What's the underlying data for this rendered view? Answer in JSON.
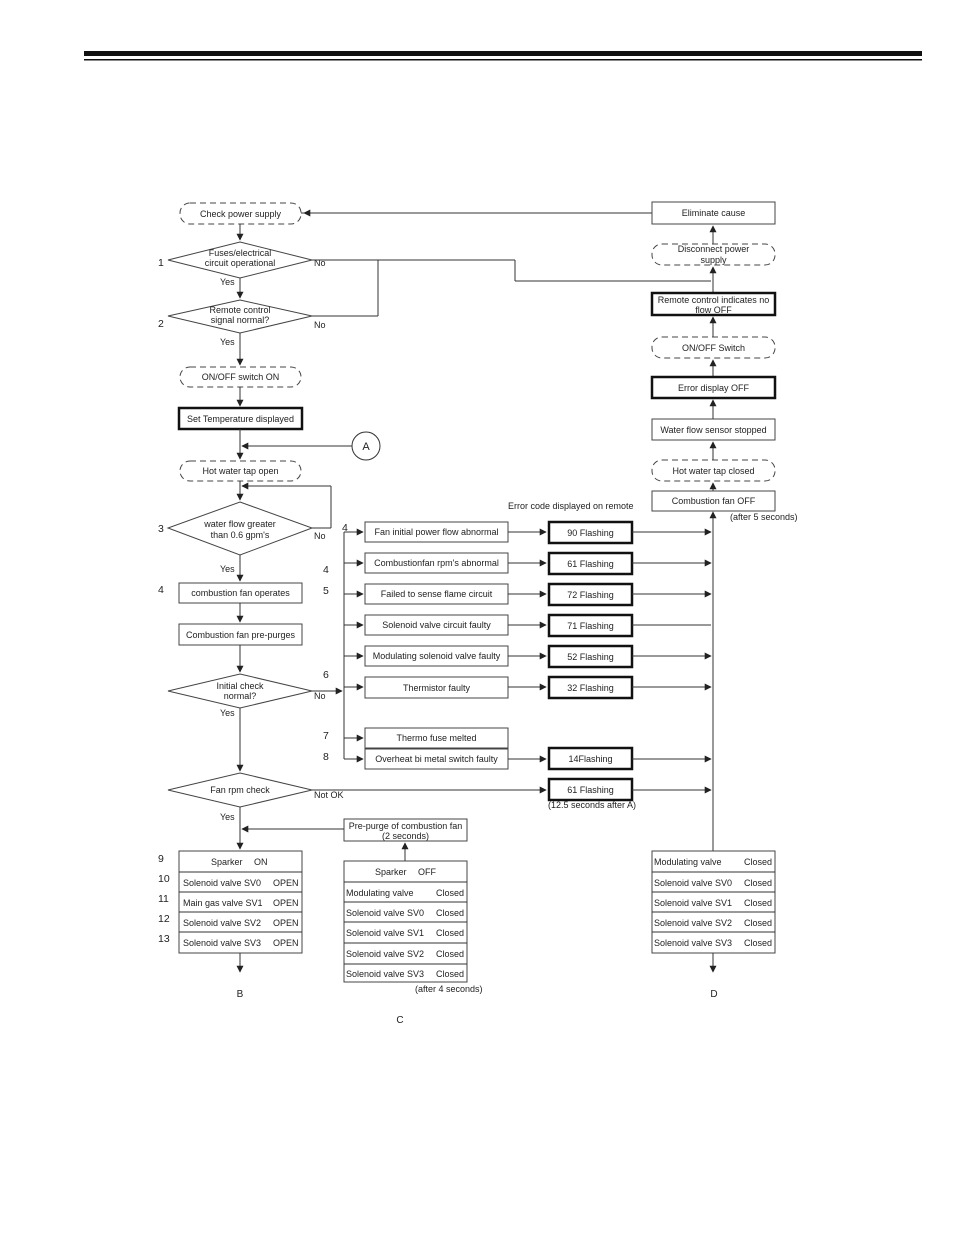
{
  "header_rule_color": "#111111",
  "nodes": {
    "check_power": "Check power supply",
    "fuses_1": "Fuses/electrical",
    "fuses_2": "circuit operational",
    "remote_1": "Remote control",
    "remote_2": "signal normal?",
    "onoff_on": "ON/OFF switch ON",
    "set_temp": "Set Temperature displayed",
    "connector_a": "A",
    "tap_open": "Hot water tap open",
    "flow_1": "water flow greater",
    "flow_2": "than 0.6 gpm's",
    "fan_operates": "combustion fan operates",
    "fan_prepurge": "Combustion fan pre-purges",
    "initial_1": "Initial check",
    "initial_2": "normal?",
    "fan_rpm": "Fan rpm check",
    "prepurge_1": "Pre-purge of combustion fan",
    "prepurge_2": "(2 seconds)",
    "after4": "(after 4 seconds)",
    "eliminate": "Eliminate cause",
    "disconnect_1": "Disconnect power",
    "disconnect_2": "supply",
    "remote_ind_1": "Remote control  indicates no",
    "remote_ind_2": "flow    OFF",
    "onoff_switch": "ON/OFF Switch",
    "error_display": "Error display    OFF",
    "sensor_stopped": "Water flow sensor stopped",
    "tap_closed": "Hot water tap closed",
    "fan_off": "Combustion fan    OFF",
    "after5": "(after 5 seconds)",
    "error_header": "Error code displayed on remote",
    "after12": "(12.5 seconds after A)"
  },
  "answers": {
    "yes": "Yes",
    "no": "No",
    "not_ok": "Not OK"
  },
  "faults": [
    {
      "step": "4",
      "label": "Fan initial power flow abnormal",
      "code": "90 Flashing"
    },
    {
      "step": "4",
      "label": "Combustionfan rpm's abnormal",
      "code": "61 Flashing"
    },
    {
      "step": "5",
      "label": "Failed to sense flame circuit",
      "code": "72 Flashing"
    },
    {
      "step": "",
      "label": "Solenoid valve circuit faulty",
      "code": "71 Flashing"
    },
    {
      "step": "",
      "label": "Modulating solenoid valve faulty",
      "code": "52 Flashing"
    },
    {
      "step": "6",
      "label": "Thermistor faulty",
      "code": "32 Flashing"
    },
    {
      "step": "7",
      "label": "Thermo fuse melted",
      "code": ""
    },
    {
      "step": "8",
      "label": "Overheat bi metal switch faulty",
      "code": "14Flashing"
    }
  ],
  "fan_rpm_code": "61 Flashing",
  "steps": [
    "1",
    "2",
    "3",
    "4",
    "9",
    "10",
    "11",
    "12",
    "13"
  ],
  "table_b": [
    {
      "name": "Sparker",
      "state": "ON"
    },
    {
      "name": "Solenoid valve SV0",
      "state": "OPEN"
    },
    {
      "name": "Main gas valve SV1",
      "state": "OPEN"
    },
    {
      "name": "Solenoid valve SV2",
      "state": "OPEN"
    },
    {
      "name": "Solenoid valve SV3",
      "state": "OPEN"
    }
  ],
  "table_c": [
    {
      "name": "Sparker",
      "state": "OFF"
    },
    {
      "name": "Modulating valve",
      "state": "Closed"
    },
    {
      "name": "Solenoid valve SV0",
      "state": "Closed"
    },
    {
      "name": "Solenoid valve SV1",
      "state": "Closed"
    },
    {
      "name": "Solenoid valve SV2",
      "state": "Closed"
    },
    {
      "name": "Solenoid valve SV3",
      "state": "Closed"
    }
  ],
  "table_d": [
    {
      "name": "Modulating valve",
      "state": "Closed"
    },
    {
      "name": "Solenoid valve SV0",
      "state": "Closed"
    },
    {
      "name": "Solenoid valve SV1",
      "state": "Closed"
    },
    {
      "name": "Solenoid valve SV2",
      "state": "Closed"
    },
    {
      "name": "Solenoid valve SV3",
      "state": "Closed"
    }
  ],
  "exits": {
    "b": "B",
    "c": "C",
    "d": "D"
  }
}
